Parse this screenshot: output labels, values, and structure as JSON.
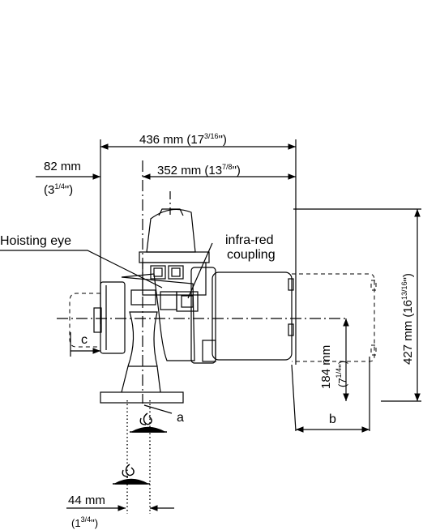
{
  "labels": {
    "overall_width": {
      "main": "436 mm (17",
      "frac": "3/16",
      "close": "\")"
    },
    "center_to_right": {
      "main": "352 mm (13",
      "frac": "7/8",
      "close": "\")"
    },
    "left_offset": {
      "mm": "82 mm",
      "inch_open": "(3",
      "frac": "1/4",
      "close": "\")"
    },
    "hoisting_eye": "Hoisting eye",
    "infra_red_1": "infra-red",
    "infra_red_2": "coupling",
    "height_total": {
      "main": "427 mm (16",
      "frac": "13/16",
      "close": "\")"
    },
    "axis_height": {
      "mm": "184 mm",
      "inch_open": "(7",
      "frac": "1/4",
      "close": "\")"
    },
    "c": "c",
    "a": "a",
    "b": "b",
    "bottom_offset": {
      "mm": "44 mm",
      "inch_open": "(1",
      "frac": "3/4",
      "close": "\")"
    }
  }
}
